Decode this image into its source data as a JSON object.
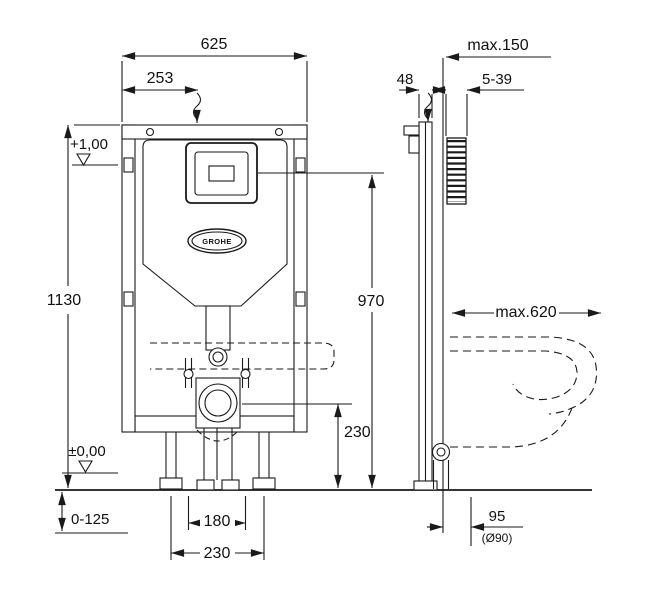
{
  "brand": "GROHE",
  "front": {
    "width_top": "625",
    "supply_offset": "253",
    "frame_height": "1130",
    "plate_height": "970",
    "outlet_height": "230",
    "level_top": "+1,00",
    "level_floor": "±0,00",
    "foot_range": "0-125",
    "stud_spacing": "180",
    "base_width": "230"
  },
  "side": {
    "frame_depth": "48",
    "max_wall": "max.150",
    "finish_range": "5-39",
    "max_bowl": "max.620",
    "outlet_offset": "95",
    "outlet_dia": "(Ø90)"
  }
}
